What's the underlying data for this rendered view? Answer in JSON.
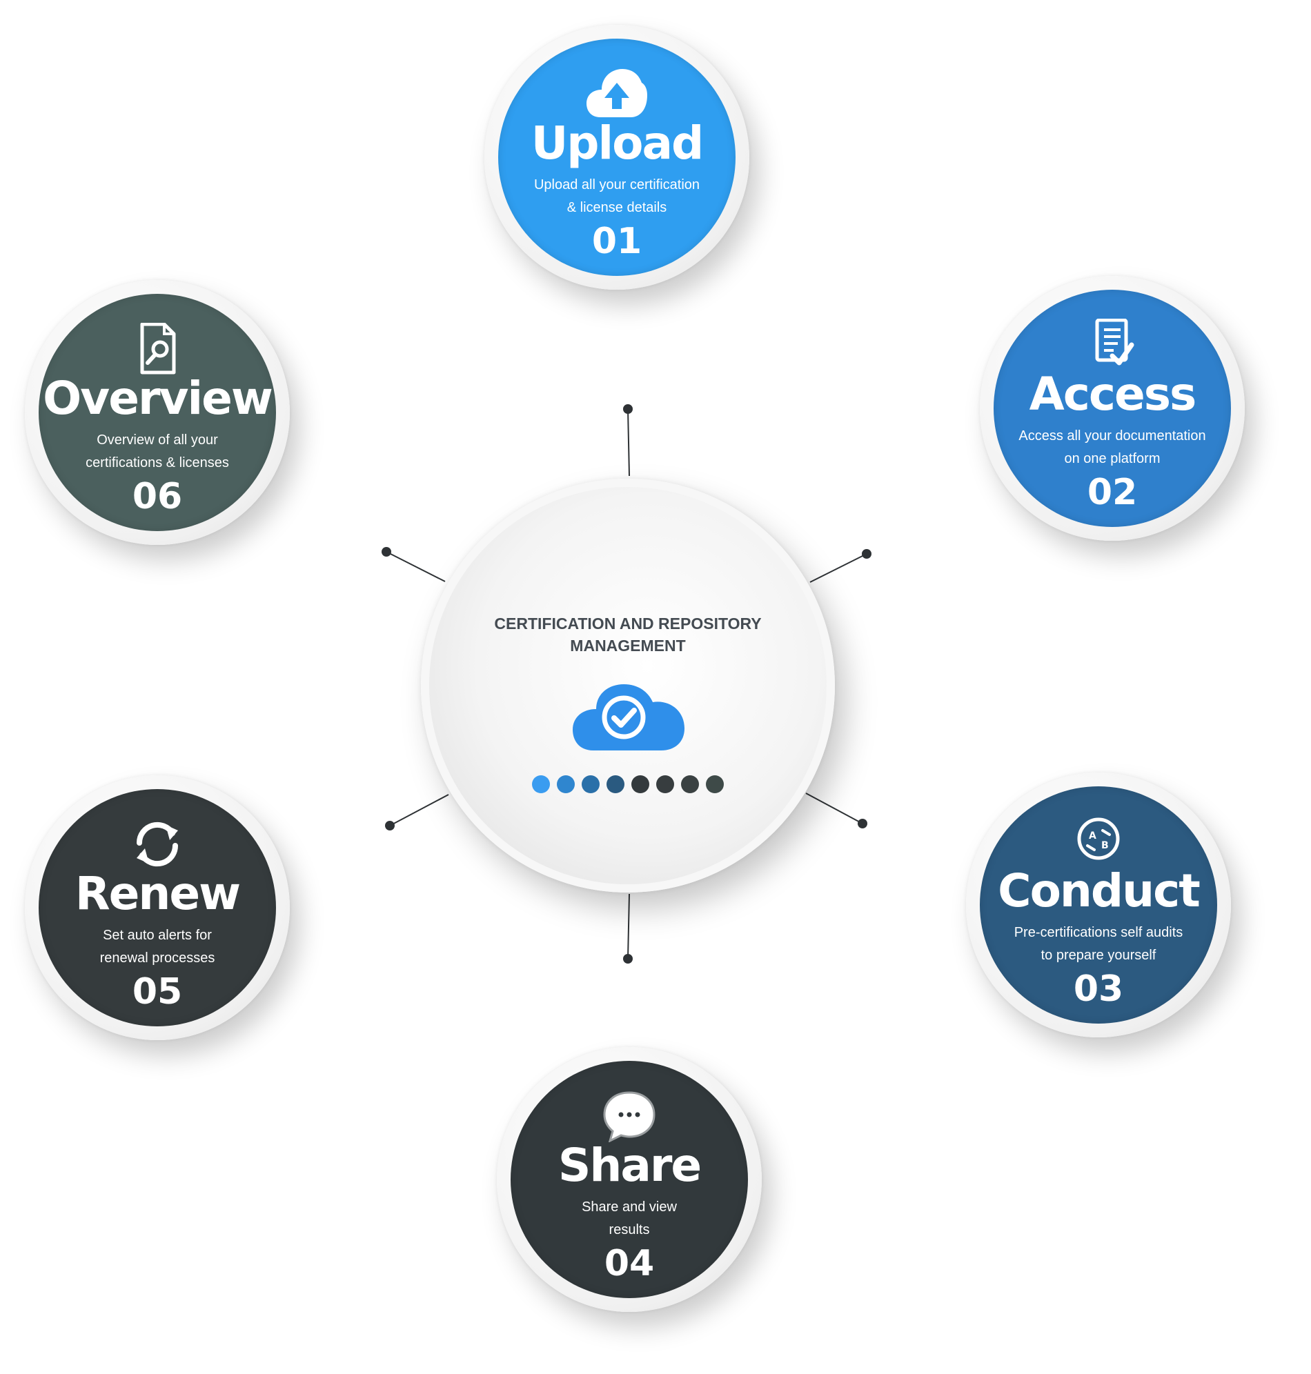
{
  "center": {
    "title": "CERTIFICATION AND REPOSITORY MANAGEMENT",
    "icon": "cloud-check-icon",
    "icon_color": "#2f8fea",
    "dot_colors": [
      "#3a9cf0",
      "#2f86cf",
      "#2a70a9",
      "#2a5a80",
      "#343a3d",
      "#373d3f",
      "#3a4142",
      "#3e4a48"
    ]
  },
  "steps": [
    {
      "title": "Upload",
      "desc_line1": "Upload all your certification",
      "desc_line2": "& license details",
      "number": "01",
      "icon": "cloud-upload-icon",
      "color": "#2f9ef0"
    },
    {
      "title": "Access",
      "desc_line1": "Access all your documentation",
      "desc_line2": "on one platform",
      "number": "02",
      "icon": "document-check-icon",
      "color": "#2f80cc"
    },
    {
      "title": "Conduct",
      "desc_line1": "Pre-certifications self audits",
      "desc_line2": "to prepare yourself",
      "number": "03",
      "icon": "ab-test-icon",
      "color": "#2c5a80"
    },
    {
      "title": "Share",
      "desc_line1": "Share and view",
      "desc_line2": "results",
      "number": "04",
      "icon": "chat-bubble-icon",
      "color": "#32393c"
    },
    {
      "title": "Renew",
      "desc_line1": "Set auto alerts for",
      "desc_line2": "renewal processes",
      "number": "05",
      "icon": "refresh-icon",
      "color": "#353b3d"
    },
    {
      "title": "Overview",
      "desc_line1": "Overview of all your",
      "desc_line2": "certifications & licenses",
      "number": "06",
      "icon": "document-search-icon",
      "color": "#4b605e"
    }
  ]
}
